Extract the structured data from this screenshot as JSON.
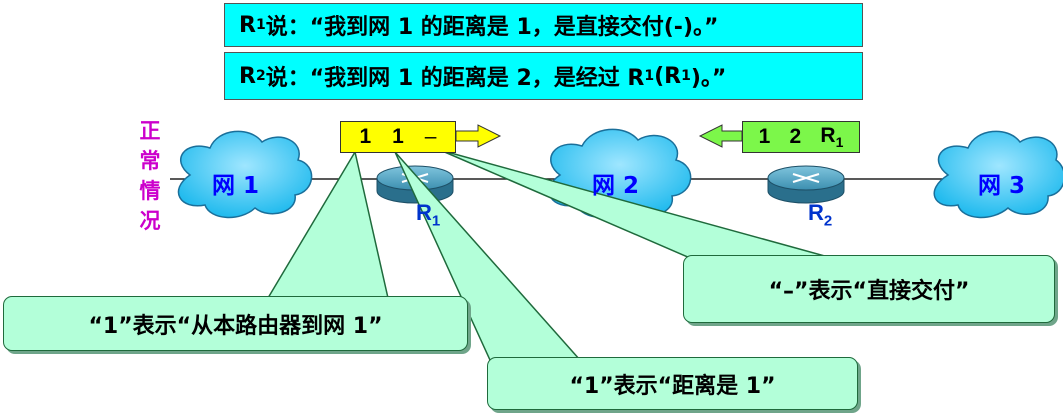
{
  "banner1": {
    "r": "R",
    "sub": "1",
    "text": " 说：“我到网 1 的距离是 1，是直接交付(-)。”"
  },
  "banner2": {
    "r": "R",
    "sub": "2",
    "pre": " 说：“我到网 1 的距离是 2，是经过 R",
    "s1": "1",
    "mid": " (R",
    "s2": "1",
    "post": ")。”"
  },
  "side_label": [
    "正",
    "常",
    "情",
    "况"
  ],
  "clouds": [
    "网 1",
    "网 2",
    "网 3"
  ],
  "routers": [
    {
      "label": "R",
      "sub": "1"
    },
    {
      "label": "R",
      "sub": "2"
    }
  ],
  "entry_r1": {
    "net": "1",
    "dist": "1",
    "next": "–"
  },
  "entry_r2": {
    "net": "1",
    "dist": "2",
    "next": "R",
    "next_sub": "1"
  },
  "callouts": {
    "c1": "“1”表示“从本路由器到网 1”",
    "c2": "“1”表示“距离是 1”",
    "c3": "“–”表示“直接交付”"
  },
  "colors": {
    "banner": "#00ffff",
    "callout": "#b3ffd9",
    "entry_r1": "#ffff00",
    "entry_r2": "#7cf74a",
    "cloud": "#33ccff",
    "router": "#3388aa"
  }
}
